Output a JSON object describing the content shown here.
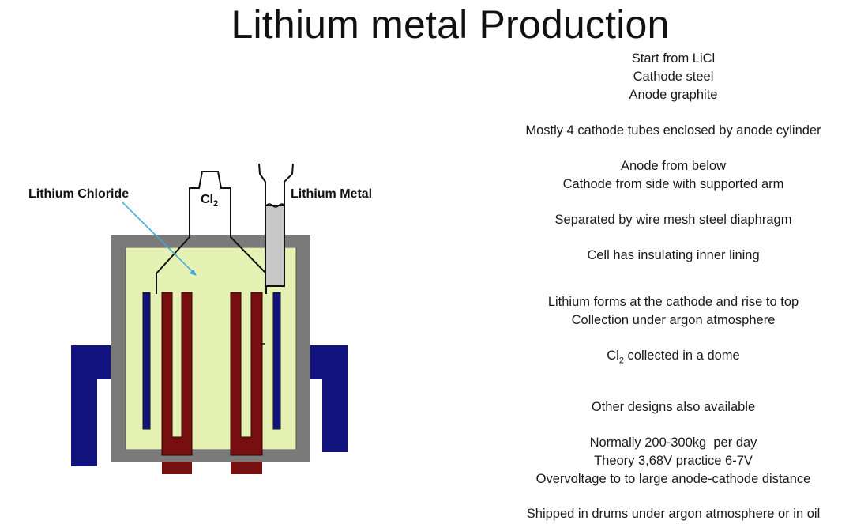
{
  "title": "Lithium metal Production",
  "diagram": {
    "labels": {
      "lithium_chloride": "Lithium Chloride",
      "lithium_metal": "Lithium Metal",
      "cl2_main": "Cl",
      "cl2_sub": "2"
    },
    "colors": {
      "electrolyte": "#e6f2b4",
      "cell_wall": "#7a7a7a",
      "anode_cathode_dark": "#770f10",
      "blue_part": "#12137e",
      "lithium_column": "#c8c8c8",
      "arrow": "#3aa6e0"
    }
  },
  "notes": {
    "start": "Start from LiCl",
    "cathode": "Cathode steel",
    "anode": "Anode graphite",
    "tubes": "Mostly 4 cathode tubes enclosed by  anode cylinder",
    "anode_below": "Anode from below",
    "cathode_side": "Cathode from side with supported arm",
    "separated": "Separated by wire mesh steel diaphragm",
    "lining": "Cell has insulating inner lining",
    "forms": "Lithium forms at the cathode and rise to top",
    "collection": "Collection under argon atmosphere",
    "cl2_prefix": "Cl",
    "cl2_sub": "2",
    "cl2_rest": " collected in a dome",
    "other": "Other designs also available",
    "normally": "Normally 200-300kg  per day",
    "theory": "Theory 3,68V practice 6-7V",
    "overvoltage": "Overvoltage to to large anode-cathode distance",
    "shipped": "Shipped in drums under argon atmosphere or in oil"
  }
}
